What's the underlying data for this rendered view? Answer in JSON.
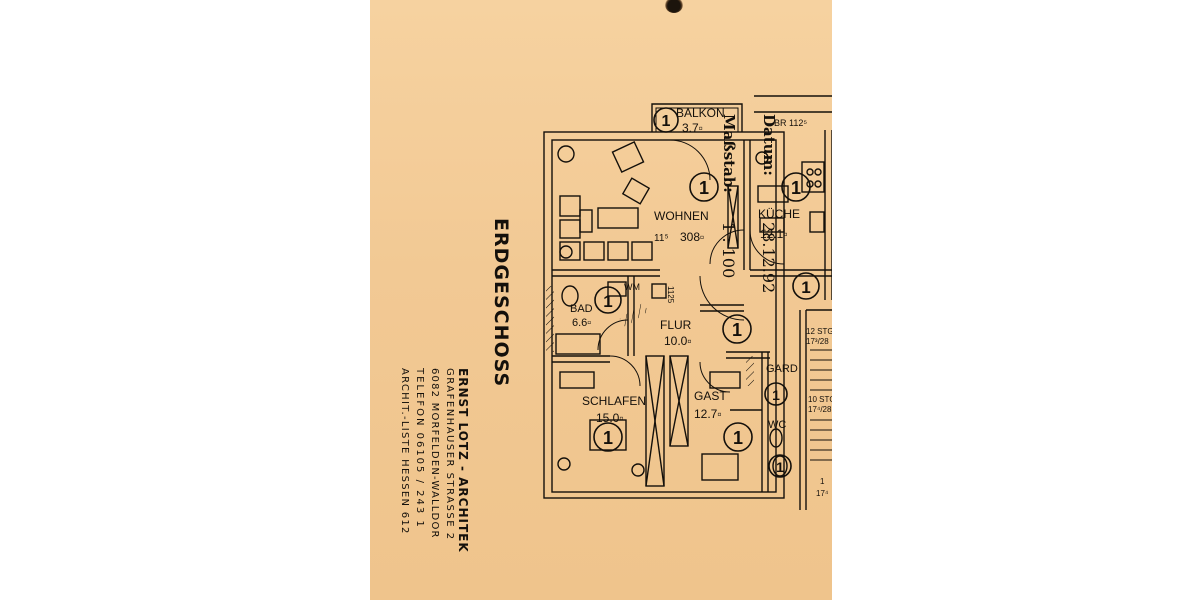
{
  "title_block": {
    "datum_label": "Datum:",
    "datum_value": "28.12.92",
    "massstab_label": "Maßstab:",
    "massstab_value": "1 : 100"
  },
  "floor_title": "ERDGESCHOSS",
  "architect": {
    "name": "ERNST LOTZ - ARCHITEK",
    "street": "GRAFENHAUSER STRASSE 2",
    "city": "6082 MORFELDEN-WALLDOR",
    "phone": "TELEFON 06105 / 243 1",
    "registry": "ARCHIT.-LISTE HESSEN 612"
  },
  "rooms": {
    "balkon": {
      "name": "BALKON",
      "area": "3.7▫"
    },
    "wohnen": {
      "name": "WOHNEN",
      "area": "308▫",
      "height_note": "11⁵"
    },
    "kueche": {
      "name": "KÜCHE",
      "area": "12.1▫"
    },
    "bad": {
      "name": "BAD",
      "area": "6.6▫",
      "wm": "WM"
    },
    "flur": {
      "name": "FLUR",
      "area": "10.0▫"
    },
    "schlafen": {
      "name": "SCHLAFEN",
      "area": "15.0▫"
    },
    "gast": {
      "name": "GAST",
      "area": "12.7▫"
    },
    "gard": {
      "name": "GARD"
    },
    "wc": {
      "name": "WC"
    }
  },
  "notes": {
    "br": "BR 112⁵",
    "n_1125": "1125",
    "stg1_a": "12 STG",
    "stg1_b": "17³/28",
    "stg2_a": "10 STG",
    "stg2_b": "17⁴/28",
    "stg3_a": "1",
    "stg3_b": "17⁴"
  },
  "marker_symbol": "1",
  "colors": {
    "paper": "#f2c994",
    "ink": "#14100b"
  }
}
